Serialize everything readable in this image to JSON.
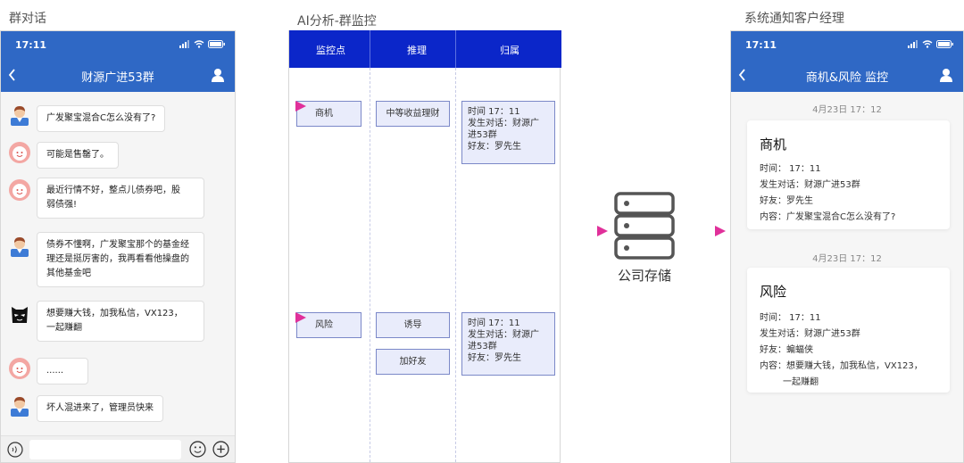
{
  "sections": {
    "left": "群对话",
    "middle": "AI分析-群监控",
    "right": "系统通知客户经理"
  },
  "chat_phone": {
    "time": "17:11",
    "title": "财源广进53群",
    "messages": [
      {
        "avatar": "male-user-icon",
        "text": "广发聚宝混合C怎么没有了?"
      },
      {
        "avatar": "pink-user-icon",
        "text": "可能是售罄了。"
      },
      {
        "avatar": "pink-user-icon",
        "lines": [
          "最近行情不好，整点儿债券吧，股",
          "弱债强!"
        ]
      },
      {
        "avatar": "male-user-icon",
        "lines": [
          "债券不懂啊，广发聚宝那个的基金经",
          "理还是挺厉害的，我再看看他操盘的",
          "其他基金吧"
        ]
      },
      {
        "avatar": "black-mask-icon",
        "lines": [
          "想要赚大钱，加我私信，VX123，",
          "一起赚翻"
        ]
      },
      {
        "avatar": "pink-user-icon",
        "text": "......"
      },
      {
        "avatar": "male-user-icon",
        "text": "坏人混进来了，管理员快来"
      }
    ]
  },
  "analysis": {
    "headers": [
      "监控点",
      "推理",
      "归属"
    ],
    "rows": [
      {
        "point": "商机",
        "reasoning": [
          "中等收益理财"
        ],
        "owner": [
          "时间 17：11",
          "发生对话：财源广",
          "进53群",
          "好友：罗先生"
        ]
      },
      {
        "point": "风险",
        "reasoning": [
          "诱导",
          "加好友"
        ],
        "owner": [
          "时间 17：11",
          "发生对话：财源广",
          "进53群",
          "好友：罗先生"
        ]
      }
    ]
  },
  "storage": {
    "label": "公司存储",
    "icon": "server-icon"
  },
  "notify_phone": {
    "time": "17:11",
    "title": "商机&风险 监控",
    "cards": [
      {
        "date": "4月23日 17：12",
        "title": "商机",
        "lines": [
          "时间： 17：11",
          "发生对话：财源广进53群",
          "好友：罗先生",
          "内容：广发聚宝混合C怎么没有了?"
        ]
      },
      {
        "date": "4月23日 17：12",
        "title": "风险",
        "lines": [
          "时间： 17：11",
          "发生对话：财源广进53群",
          "好友：蝙蝠侠",
          "内容：想要赚大钱，加我私信，VX123，",
          "一起赚翻"
        ]
      }
    ]
  },
  "colors": {
    "phone_blue": "#2f68c5",
    "table_header": "#0b26c9",
    "cell_fill": "#e9ecfb",
    "arrow_start": "#2f4fd8",
    "arrow_end": "#e0309a"
  }
}
